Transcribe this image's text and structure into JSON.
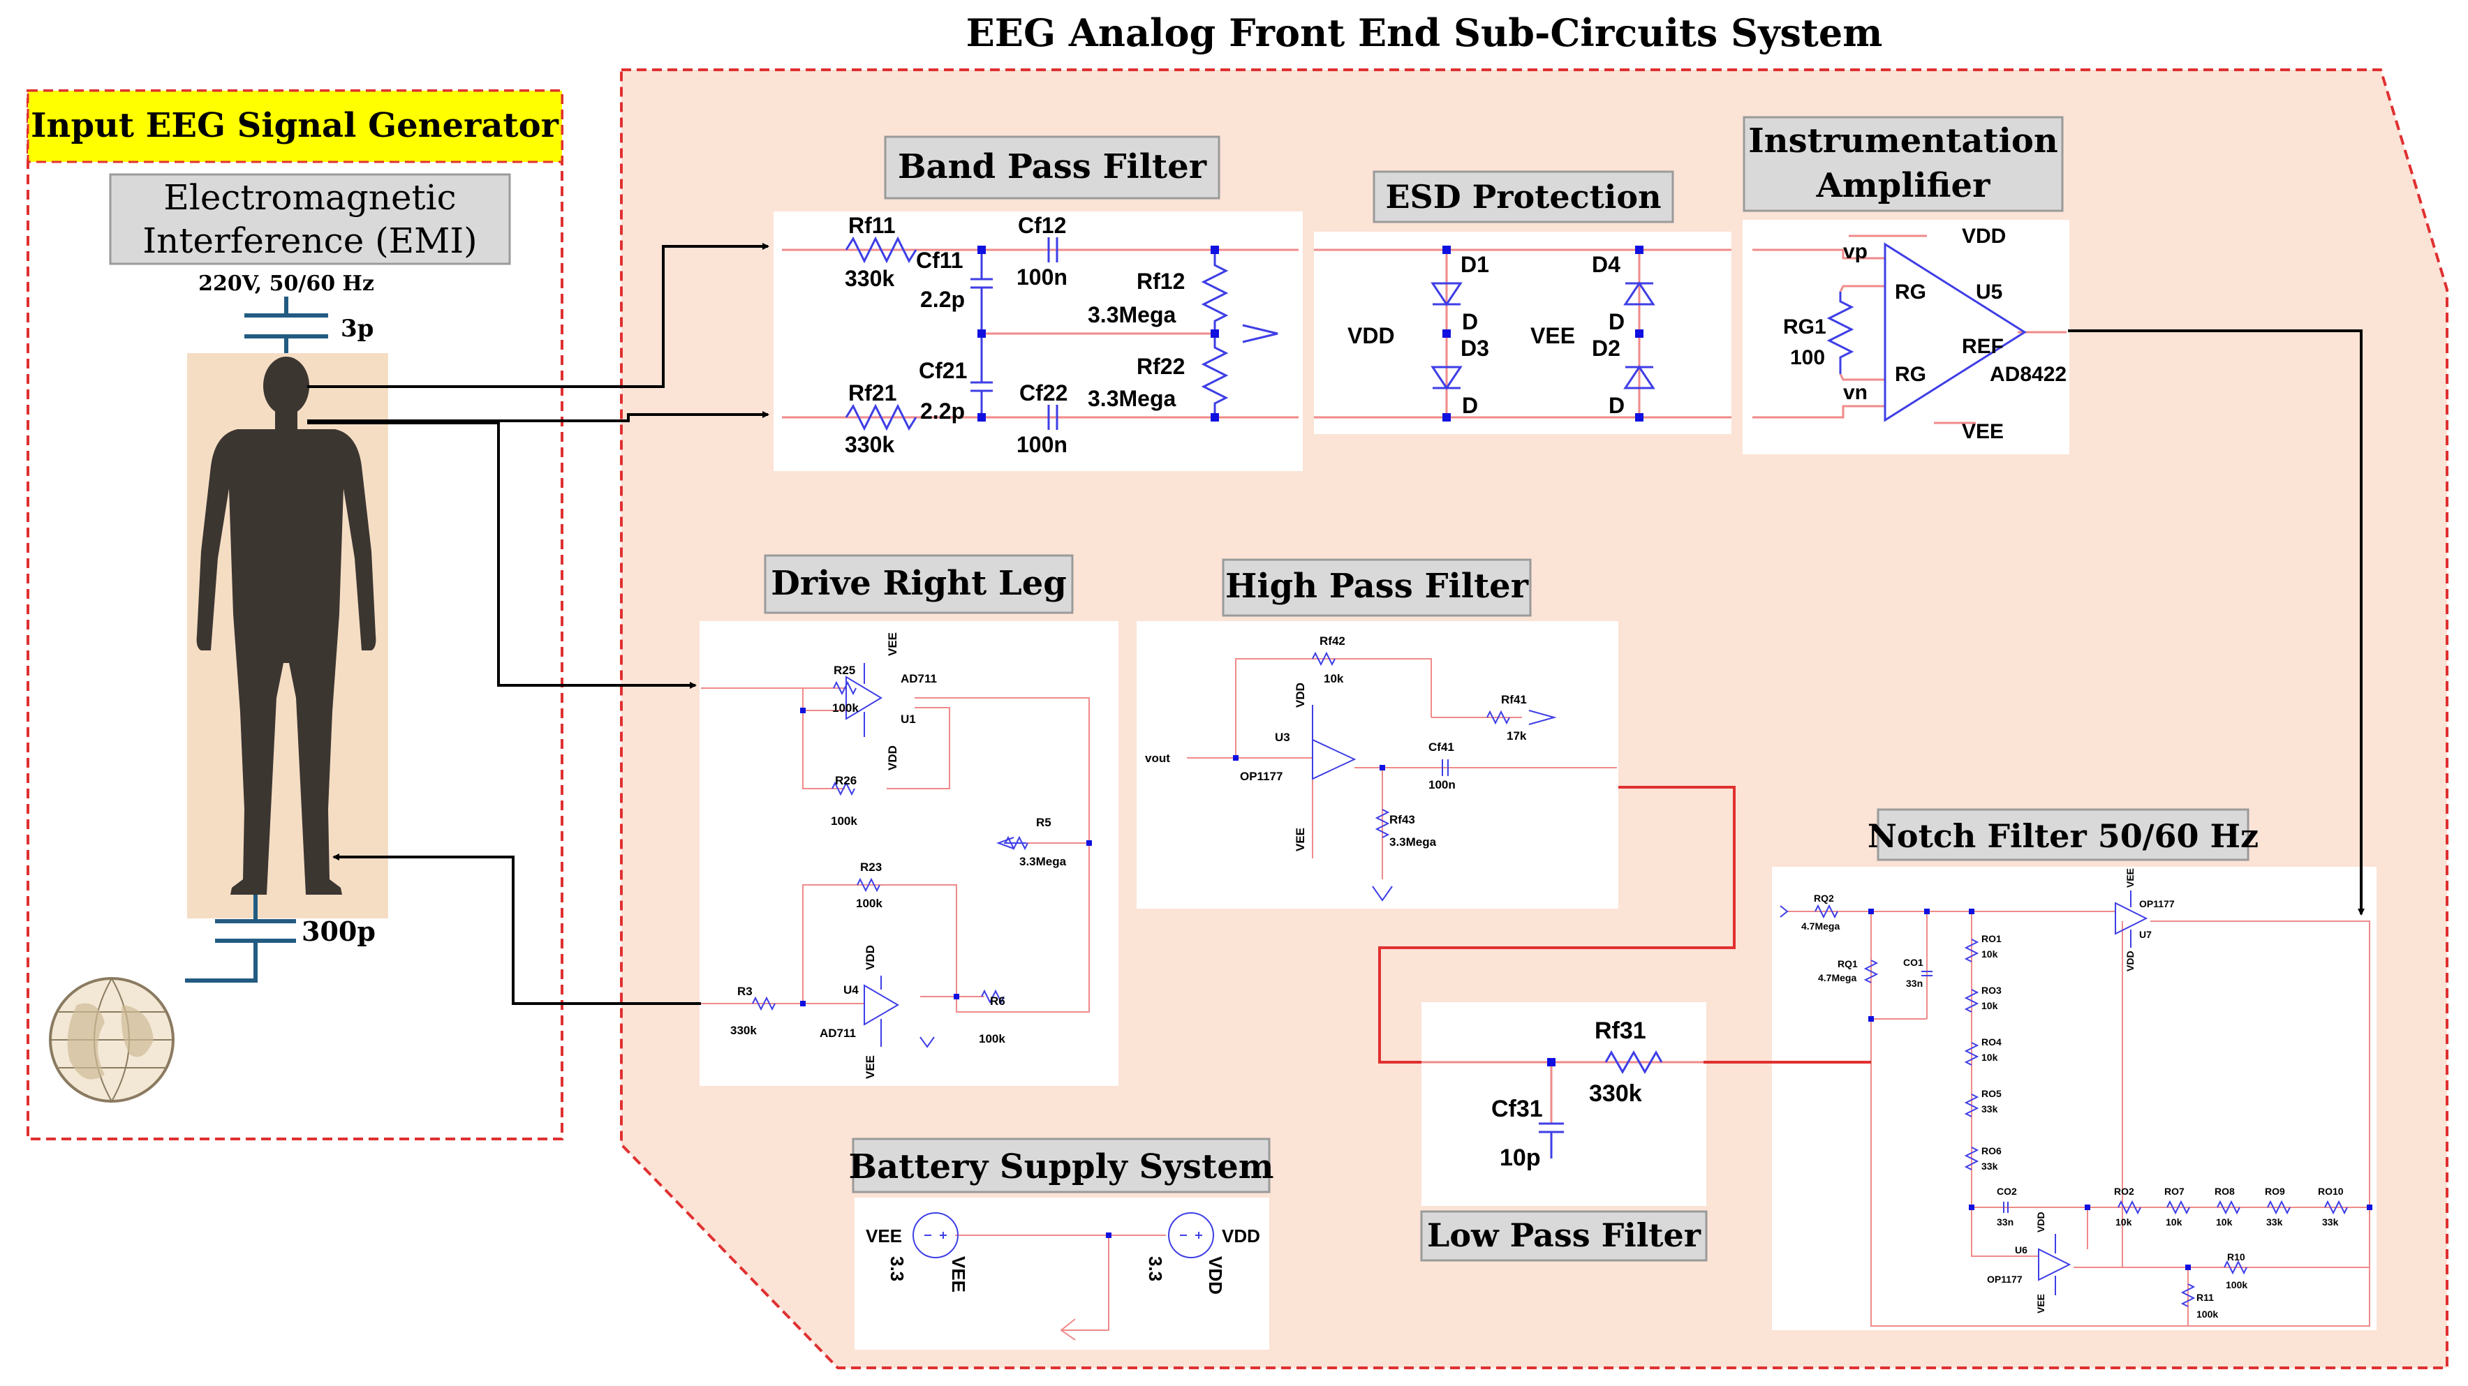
{
  "title": "EEG Analog Front End Sub-Circuits System",
  "colors": {
    "outer_fill": "#fbe3d6",
    "dash": "#e03030",
    "label_fill": "#d9d9d9",
    "yellow": "#ffff00",
    "wire": "#f08a8a",
    "comp": "#3e3ee6",
    "node": "#1010e0",
    "body": "#3c3631",
    "body_bg": "#f5ddc4",
    "lead": "#225b82"
  },
  "generator": {
    "title": "Input EEG Signal Generator",
    "emi_label": [
      "Electromagnetic",
      "Interference (EMI)"
    ],
    "mains": "220V, 50/60 Hz",
    "cap_top": "3p",
    "cap_bottom": "300p"
  },
  "blocks": {
    "band_pass": {
      "title": "Band Pass Filter",
      "labels": [
        "Rf11",
        "330k",
        "Cf11",
        "2.2p",
        "Cf12",
        "100n",
        "Rf12",
        "3.3Mega",
        "Rf21",
        "330k",
        "Cf21",
        "2.2p",
        "Cf22",
        "100n",
        "Rf22",
        "3.3Mega"
      ]
    },
    "esd": {
      "title": "ESD Protection",
      "labels": [
        "D1",
        "D",
        "D3",
        "D",
        "VDD",
        "D4",
        "D",
        "D2",
        "D",
        "VEE"
      ]
    },
    "inamp": {
      "title": [
        "Instrumentation",
        "Amplifier"
      ],
      "labels": [
        "vp",
        "VDD",
        "RG",
        "U5",
        "RG1",
        "100",
        "REF",
        "RG",
        "AD8422",
        "vn",
        "VEE"
      ]
    },
    "drl": {
      "title": "Drive Right Leg",
      "labels": [
        "VEE",
        "R25",
        "AD711",
        "100k",
        "U1",
        "VDD",
        "R26",
        "100k",
        "R5",
        "3.3Mega",
        "R23",
        "100k",
        "VDD",
        "U4",
        "R3",
        "330k",
        "AD711",
        "R6",
        "100k",
        "VEE"
      ]
    },
    "hpf": {
      "title": "High Pass Filter",
      "labels": [
        "Rf42",
        "10k",
        "VDD",
        "Rf41",
        "17k",
        "U3",
        "vout",
        "Cf41",
        "OP1177",
        "100n",
        "Rf43",
        "3.3Mega",
        "VEE"
      ]
    },
    "lpf": {
      "title": "Low Pass Filter",
      "labels": [
        "Rf31",
        "330k",
        "Cf31",
        "10p"
      ]
    },
    "notch": {
      "title": "Notch Filter 50/60 Hz",
      "labels": [
        "VEE",
        "OP1177",
        "RQ2",
        "4.7Mega",
        "U7",
        "VDD",
        "RO1",
        "10k",
        "RQ1",
        "4.7Mega",
        "CO1",
        "33n",
        "RO3",
        "10k",
        "RO4",
        "10k",
        "RO5",
        "33k",
        "RO6",
        "33k",
        "CO2",
        "33n",
        "VDD",
        "RO2",
        "10k",
        "RO7",
        "10k",
        "RO8",
        "10k",
        "RO9",
        "33k",
        "RO10",
        "33k",
        "U6",
        "OP1177",
        "R10",
        "100k",
        "R11",
        "100k",
        "VEE"
      ]
    },
    "battery": {
      "title": "Battery Supply System",
      "labels": [
        "VEE",
        "3.3",
        "VEE",
        "3.3",
        "VDD",
        "VDD"
      ]
    }
  }
}
